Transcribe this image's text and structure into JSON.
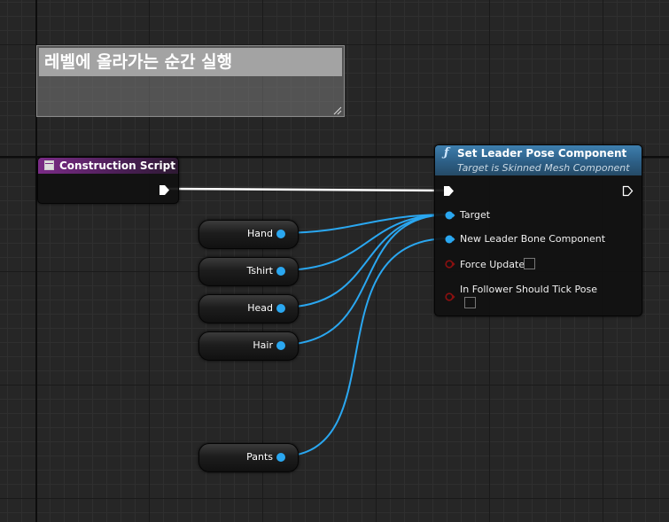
{
  "comment": {
    "title": "레벨에 올라가는 순간 실행"
  },
  "construction_script": {
    "title": "Construction Script"
  },
  "function_node": {
    "icon": "function-f-icon",
    "title": "Set Leader Pose Component",
    "subtitle": "Target is Skinned Mesh Component",
    "pins": {
      "target": "Target",
      "new_leader": "New Leader Bone Component",
      "force_update": "Force Update",
      "follower_tick": "In Follower Should Tick Pose"
    }
  },
  "variables": [
    {
      "label": "Hand"
    },
    {
      "label": "Tshirt"
    },
    {
      "label": "Head"
    },
    {
      "label": "Hair"
    },
    {
      "label": "Pants"
    }
  ],
  "colors": {
    "object_pin": "#2aa7f0",
    "bool_pin": "#8c1010",
    "exec_wire": "#ffffff",
    "construction_header": "#7a2b86",
    "function_header": "#3e7fae"
  }
}
